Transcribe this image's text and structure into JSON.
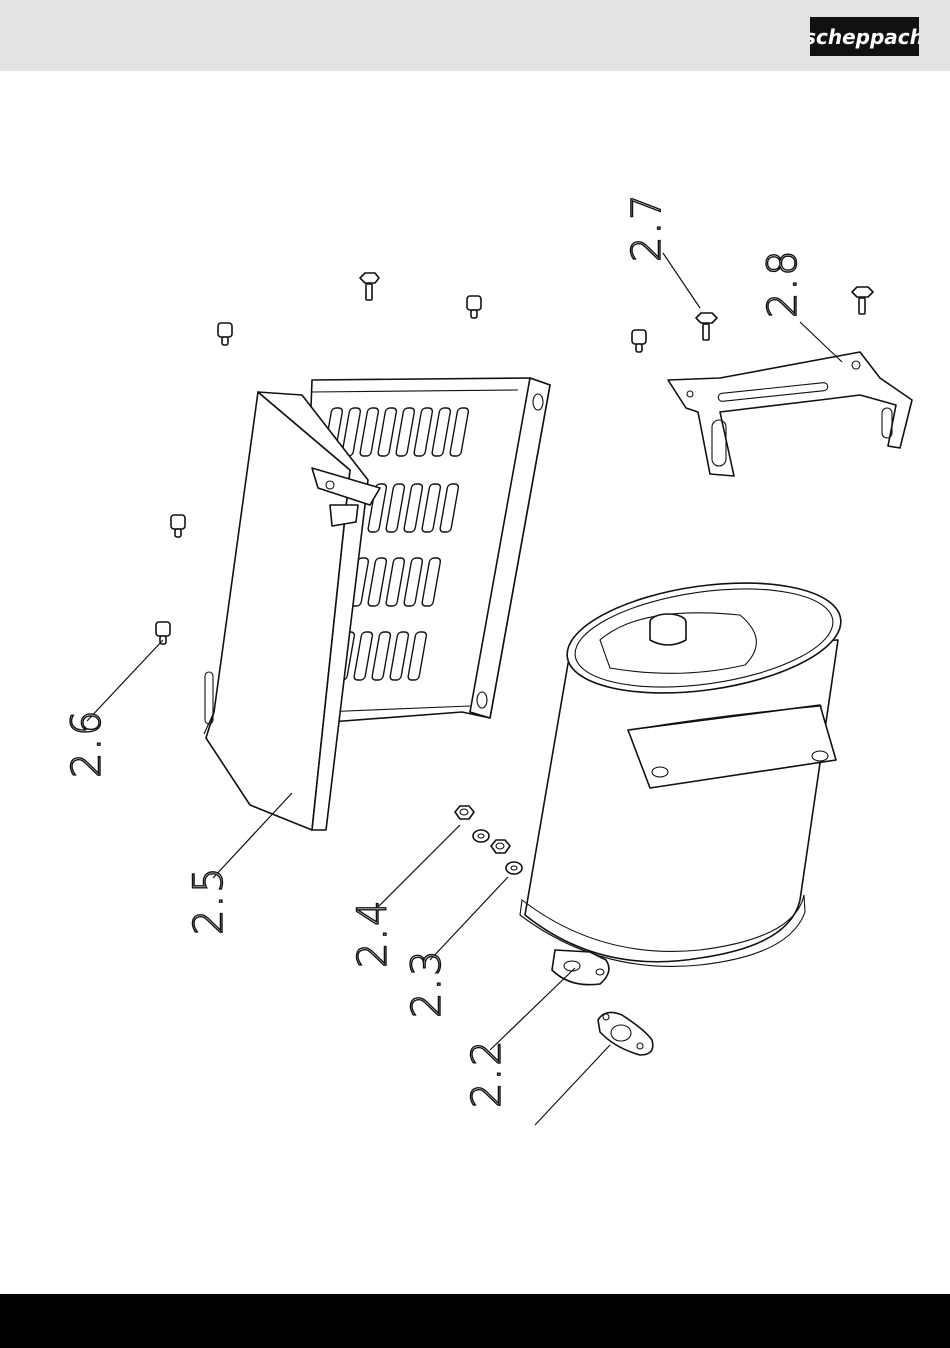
{
  "brand": {
    "logo_text": "scheppach",
    "header_color": "#e3e3e3",
    "footer_color": "#000000"
  },
  "diagram": {
    "callouts": [
      {
        "id": "2.2",
        "label": "2.2"
      },
      {
        "id": "2.3",
        "label": "2.3"
      },
      {
        "id": "2.4",
        "label": "2.4"
      },
      {
        "id": "2.5",
        "label": "2.5"
      },
      {
        "id": "2.6",
        "label": "2.6"
      },
      {
        "id": "2.7",
        "label": "2.7"
      },
      {
        "id": "2.8",
        "label": "2.8"
      }
    ]
  }
}
